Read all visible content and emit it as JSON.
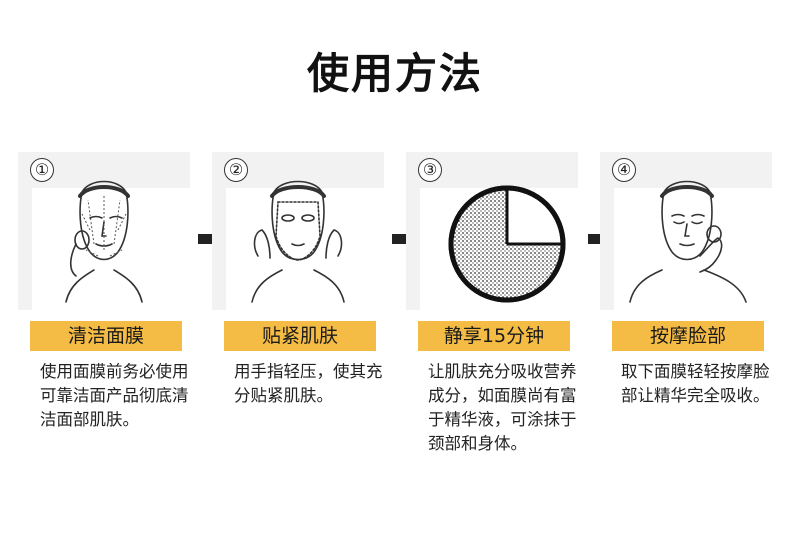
{
  "title": "使用方法",
  "steps": [
    {
      "number": "①",
      "icon": "face-massage-icon",
      "label": "清洁面膜",
      "desc": "使用面膜前务必使用可靠洁面产品彻底清洁面部肌肤。"
    },
    {
      "number": "②",
      "icon": "face-sheet-mask-icon",
      "label": "贴紧肌肤",
      "desc": "用手指轻压，使其充分贴紧肌肤。"
    },
    {
      "number": "③",
      "icon": "clock-15-minutes-icon",
      "label": "静享15分钟",
      "desc": "让肌肤充分吸收营养成分，如面膜尚有富于精华液，可涂抹于颈部和身体。"
    },
    {
      "number": "④",
      "icon": "face-pat-icon",
      "label": "按摩脸部",
      "desc": "取下面膜轻轻按摩脸部让精华完全吸收。"
    }
  ],
  "colors": {
    "label_bg": "#f5bc45",
    "panel_bg": "#f2f2f2",
    "arrow": "#222222"
  },
  "arrow_icon": "arrow-right-icon"
}
